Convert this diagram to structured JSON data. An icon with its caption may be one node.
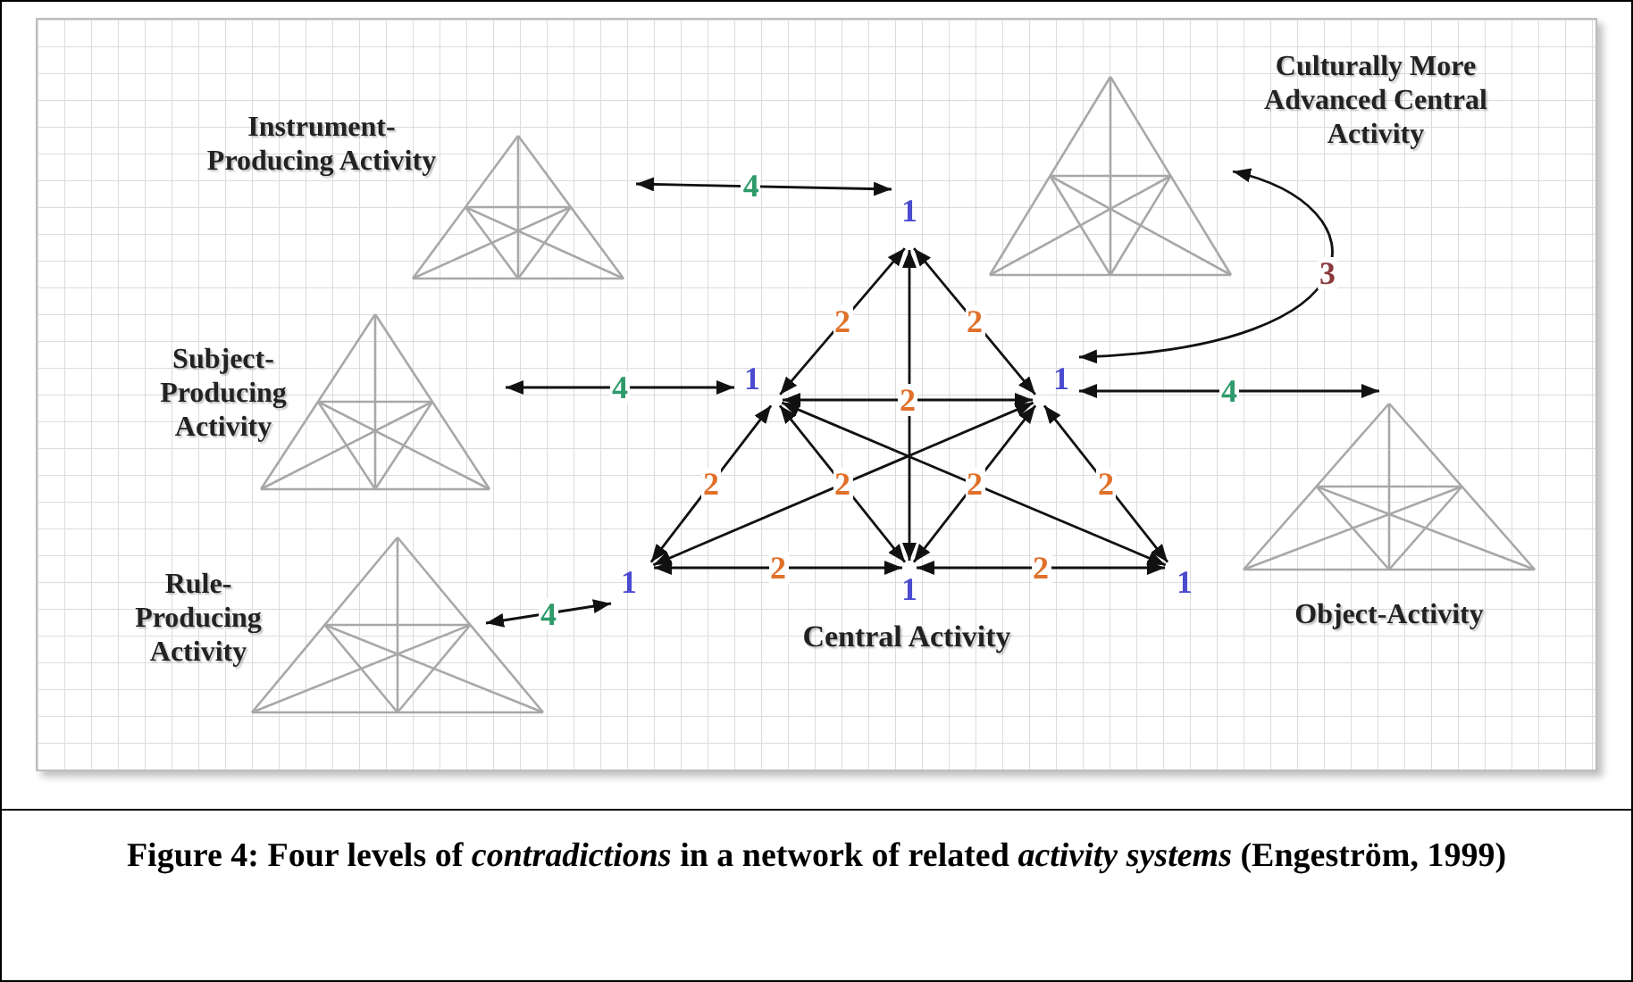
{
  "diagram": {
    "caption": "Figure 4: Four levels of *contradictions* in a network of related *activity systems* (Engeström, 1999)",
    "nodes": [
      {
        "text": [
          "Instrument-Producing Activity"
        ]
      },
      {
        "text": [
          "Culturally More Advanced Central Activity"
        ]
      },
      {
        "text": [
          "Subject-Producing Activity"
        ]
      },
      {
        "text": [
          "Rule-Producing Activity"
        ]
      },
      {
        "text": [
          "Object-Activity"
        ]
      },
      {
        "text": [
          "1"
        ]
      },
      {
        "text": [
          "1"
        ]
      },
      {
        "text": [
          "1"
        ]
      },
      {
        "text": [
          "1"
        ]
      },
      {
        "text": [
          "1"
        ]
      },
      {
        "text": [
          "1"
        ]
      }
    ],
    "edges": [
      {
        "from": 0,
        "to": 5,
        "arrow": "both",
        "label": "4"
      },
      {
        "from": 2,
        "to": 6,
        "arrow": "both",
        "label": "4"
      },
      {
        "from": 3,
        "to": 8,
        "arrow": "both",
        "label": "4"
      },
      {
        "from": 7,
        "to": 4,
        "arrow": "both",
        "label": "4"
      },
      {
        "from": 7,
        "to": 1,
        "arrow": "both",
        "label": "3"
      },
      {
        "from": 5,
        "to": 6,
        "arrow": "both",
        "label": "2"
      },
      {
        "from": 5,
        "to": 7,
        "arrow": "both",
        "label": "2"
      },
      {
        "from": 5,
        "to": 9,
        "arrow": "both"
      },
      {
        "from": 6,
        "to": 7,
        "arrow": "both",
        "label": "2"
      },
      {
        "from": 6,
        "to": 8,
        "arrow": "both",
        "label": "2"
      },
      {
        "from": 6,
        "to": 9,
        "arrow": "both",
        "label": "2"
      },
      {
        "from": 6,
        "to": 10,
        "arrow": "both"
      },
      {
        "from": 7,
        "to": 8,
        "arrow": "both"
      },
      {
        "from": 7,
        "to": 9,
        "arrow": "both",
        "label": "2"
      },
      {
        "from": 7,
        "to": 10,
        "arrow": "both",
        "label": "2"
      },
      {
        "from": 8,
        "to": 9,
        "arrow": "both",
        "label": "2"
      },
      {
        "from": 9,
        "to": 10,
        "arrow": "both",
        "label": "2"
      }
    ],
    "labels": [
      "Central Activity"
    ]
  }
}
